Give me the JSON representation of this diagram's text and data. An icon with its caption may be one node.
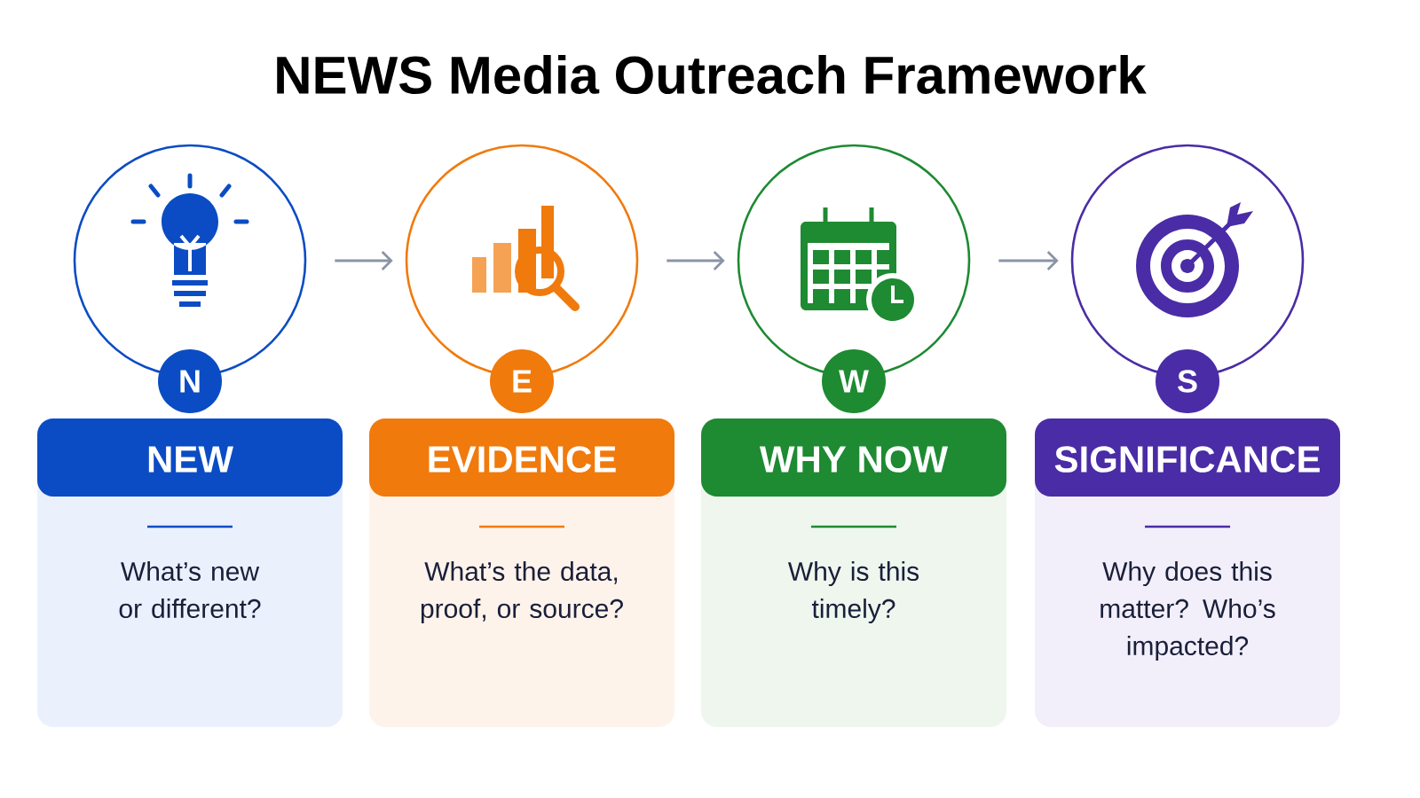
{
  "diagram": {
    "title": "NEWS Media Outreach Framework",
    "nodes": [
      {
        "text": [],
        "shape": "circle"
      },
      {
        "text": [
          "N"
        ]
      },
      {
        "text": [
          "NEW",
          "What’s new or different?"
        ]
      },
      {
        "text": [],
        "shape": "circle"
      },
      {
        "text": [
          "E"
        ]
      },
      {
        "text": [
          "EVIDENCE",
          "What’s the data, proof, or source?"
        ]
      },
      {
        "text": [],
        "shape": "circle"
      },
      {
        "text": [
          "W"
        ]
      },
      {
        "text": [
          "WHY NOW",
          "Why is this timely?"
        ]
      },
      {
        "text": [],
        "shape": "circle"
      },
      {
        "text": [
          "S"
        ]
      },
      {
        "text": [
          "SIGNIFICANCE",
          "Why does this matter? Who’s impacted?"
        ]
      }
    ],
    "edges": [
      {
        "from": 0,
        "to": 3,
        "arrow": "to"
      },
      {
        "from": 3,
        "to": 6,
        "arrow": "to"
      },
      {
        "from": 6,
        "to": 9,
        "arrow": "to"
      }
    ]
  }
}
